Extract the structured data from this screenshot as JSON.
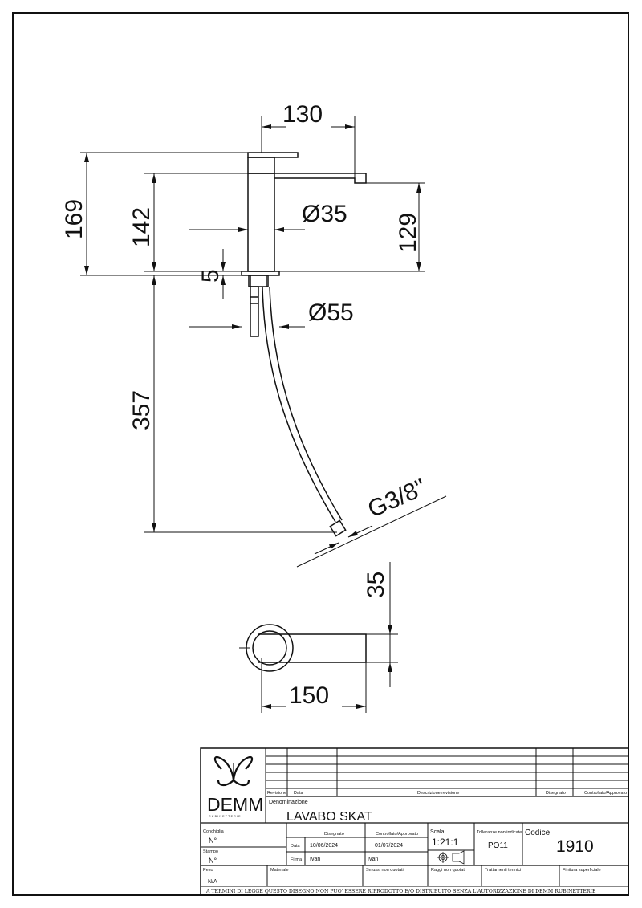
{
  "drawing": {
    "dimensions": {
      "width_top": "130",
      "height_total": "169",
      "height_body": "142",
      "height_spout": "129",
      "diameter_body": "Ø35",
      "gap": "5",
      "diameter_base": "Ø55",
      "hose_length": "357",
      "thread": "G3/8\"",
      "plan_height": "35",
      "plan_width": "150"
    }
  },
  "title_block": {
    "logo_text": "DEMM",
    "logo_subtext": "RUBINETTERIE",
    "headers": {
      "revisione": "Revisione",
      "data": "Data",
      "descrizione": "Descrizione revisione",
      "disegnato": "Disegnato",
      "controllato": "Controllato/Approvato"
    },
    "denominazione_label": "Denominazione",
    "denominazione_value": "LAVABO SKAT",
    "conchiglia_label": "Conchiglia",
    "conchiglia_value": "N°",
    "stampo_label": "Stampo",
    "stampo_value": "N°",
    "col_disegnato": "Disegnato",
    "col_controllato": "Controllato/Approvato",
    "row_data_label": "Data",
    "data_disegnato": "10/06/2024",
    "data_controllato": "01/07/2024",
    "row_firma_label": "Firma",
    "firma_disegnato": "Ivan",
    "firma_controllato": "Ivan",
    "scala_label": "Scala:",
    "scala_value": "1:21:1",
    "tolleranze_label": "Tolleranze non indicate",
    "tolleranze_value": "PO11",
    "codice_label": "Codice:",
    "codice_value": "1910",
    "peso_label": "Peso",
    "peso_value": "N/A",
    "materiale_label": "Materiale",
    "smussi_label": "Smussi non quotati",
    "raggi_label": "Raggi non quotati",
    "trattamenti_label": "Trattamenti termici",
    "finitura_label": "Finitura superficiale",
    "footer": "A TERMINI DI LEGGE QUESTO DISEGNO NON PUO' ESSERE RIPRODOTTO E/O DISTRIBUITO SENZA L'AUTORIZZAZIONE DI DEMM RUBINETTERIE"
  }
}
